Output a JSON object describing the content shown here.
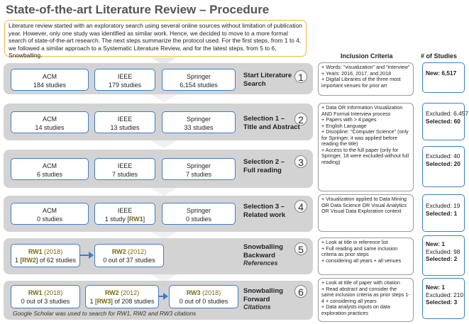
{
  "title": "State-of-the-art Literature Review – Procedure",
  "intro": "Literature review started with an exploratory search using several online sources without limitation of publication year. However, only one study was identified as similar work. Hence, we decided to move to a more formal search of state-of-the-art research. The next steps summarize the protocol used. For the first steps, from 1 to 4, we followed a similar approach to a Systematic Literature Review, and for the latest steps, from 5 to 6, Snowballing.",
  "headers": {
    "criteria": "Inclusion Criteria",
    "studies": "# of Studies"
  },
  "steps": [
    {
      "number": "1",
      "label_line1": "Start Literature",
      "label_line2": "Search",
      "sources": [
        {
          "name": "ACM",
          "count": "184 studies"
        },
        {
          "name": "IEEE",
          "count": "179 studies"
        },
        {
          "name": "Springer",
          "count": "6,154 studies"
        }
      ],
      "criteria": [
        "+ Words: \"visualization\" and \"interview\"",
        "+ Years: 2016, 2017, and 2018",
        "+ Digital Libraries of the three most important venues for prior art"
      ],
      "studies": {
        "new_label": "New:",
        "new_value": "6,517"
      }
    },
    {
      "number": "2",
      "label_line1": "Selection 1 –",
      "label_line2": "Title and Abstract",
      "sources": [
        {
          "name": "ACM",
          "count": "14 studies"
        },
        {
          "name": "IEEE",
          "count": "13 studies"
        },
        {
          "name": "Springer",
          "count": "33 studies"
        }
      ],
      "criteria": [
        "+ Data OR Information Visualization AND Formal Interview process",
        "+ Papers with > 4 pages",
        "+ English Language",
        "+ Discipline: \"Computer Science\" (only for Springer, it was applied before reading the title)",
        "+ Access to the full paper (only for Springer, 18 were excluded without full reading)"
      ],
      "studies": {
        "excluded_label": "Excluded:",
        "excluded_value": "6,457",
        "selected_label": "Selected:",
        "selected_value": "60"
      }
    },
    {
      "number": "3",
      "label_line1": "Selection 2 –",
      "label_line2": "Full reading",
      "sources": [
        {
          "name": "ACM",
          "count": "6 studies"
        },
        {
          "name": "IEEE",
          "count": "7 studies"
        },
        {
          "name": "Springer",
          "count": "7 studies"
        }
      ],
      "studies": {
        "excluded_label": "Excluded:",
        "excluded_value": "40",
        "selected_label": "Selected:",
        "selected_value": "20"
      }
    },
    {
      "number": "4",
      "label_line1": "Selection 3 –",
      "label_line2": "Related work",
      "sources": [
        {
          "name": "ACM",
          "count": "0 studies"
        },
        {
          "name": "IEEE",
          "count_prefix": "1 study [",
          "count_ref": "RW1",
          "count_suffix": "]"
        },
        {
          "name": "Springer",
          "count": "0 studies"
        }
      ],
      "criteria": [
        "+ Visualization applied to Data Mining OR Data Science OR Visual Analytics OR Visual Data Exploration context"
      ],
      "studies": {
        "excluded_label": "Excluded:",
        "excluded_value": "19",
        "selected_label": "Selected:",
        "selected_value": "1"
      }
    },
    {
      "number": "5",
      "label_line1": "Snowballing",
      "label_line2": "Backward",
      "label_line3": "References",
      "boxes": [
        {
          "rw": "RW1",
          "year": "(2018)",
          "line_prefix": "1 [",
          "line_ref": "RW2",
          "line_suffix": "] of 62 studies"
        },
        {
          "rw": "RW2",
          "year": "(2012)",
          "line": "0 out of 37 studies"
        }
      ],
      "criteria": [
        "+ Look at title in reference list",
        "+ Full reading and same inclusion criteria as prior steps",
        "+ considering all years + all venues"
      ],
      "studies": {
        "new_label": "New:",
        "new_value": "1",
        "excluded_label": "Excluded:",
        "excluded_value": "98",
        "selected_label": "Selected:",
        "selected_value": "2"
      }
    },
    {
      "number": "6",
      "label_line1": "Snowballing",
      "label_line2": "Forward",
      "label_line3": "Citations",
      "boxes": [
        {
          "rw": "RW1",
          "year": "(2018)",
          "line": "0 out of 3 studies"
        },
        {
          "rw": "RW2",
          "year": "(2012)",
          "line_prefix": "1 [",
          "line_ref": "RW3",
          "line_suffix": "] of 208 studies"
        },
        {
          "rw": "RW3",
          "year": "(2018)",
          "line": "0 out of 0 studies"
        }
      ],
      "criteria": [
        "+ Look at title of paper with citation",
        "+ Read abstract and consider the same inclusion criteria as prior steps 1-4 + considering all years",
        "+ Data analysts inputs on data exploration practices"
      ],
      "studies": {
        "new_label": "New:",
        "new_value": "1",
        "excluded_label": "Excluded:",
        "excluded_value": "210",
        "selected_label": "Selected:",
        "selected_value": "3"
      }
    }
  ],
  "footnote": "Google Scholar was used to search for RW1, RW2 and RW3 citations"
}
